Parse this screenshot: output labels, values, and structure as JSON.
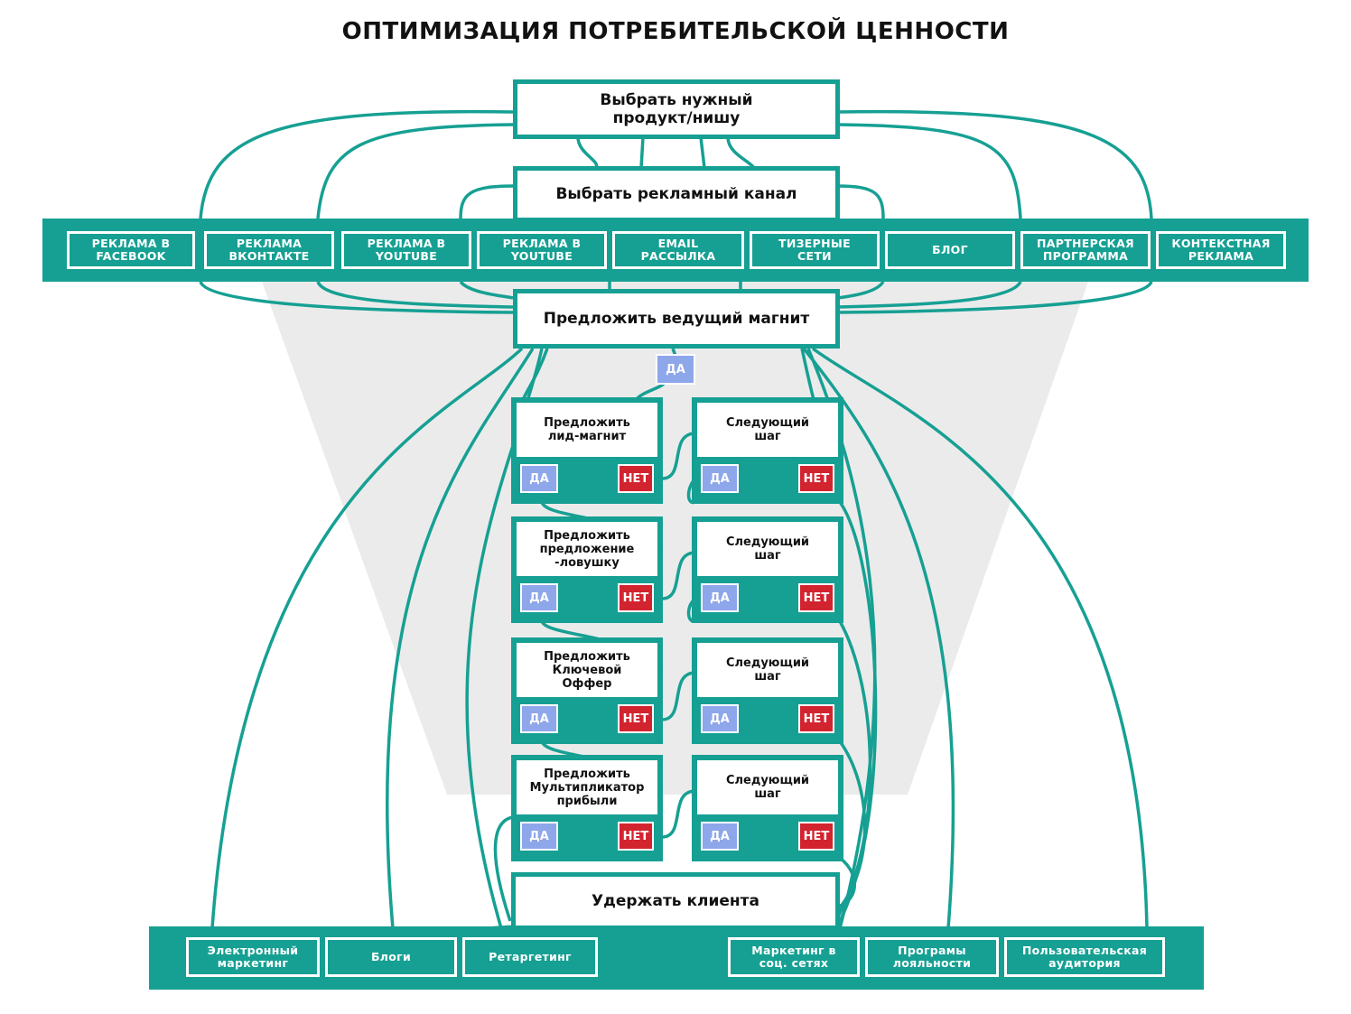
{
  "title": "ОПТИМИЗАЦИЯ ПОТРЕБИТЕЛЬСКОЙ ЦЕННОСТИ",
  "colors": {
    "accent": "#16a093",
    "yes": "#8ea6ea",
    "no": "#d2242f",
    "funnel": "#ebebeb"
  },
  "top_box": "Выбрать нужный продукт/нишу",
  "channel_box": "Выбрать рекламный канал",
  "channels": [
    "РЕКЛАМА В FACEBOOK",
    "РЕКЛАМА ВКОНТАКТЕ",
    "РЕКЛАМА В YOUTUBE",
    "РЕКЛАМА В YOUTUBE",
    "EMAIL РАССЫЛКА",
    "ТИЗЕРНЫЕ СЕТИ",
    "БЛОГ",
    "ПАРТНЕРСКАЯ ПРОГРАММА",
    "КОНТЕКСТНАЯ РЕКЛАМА"
  ],
  "magnet_box": "Предложить ведущий магнит",
  "yes_label": "ДА",
  "no_label": "НЕТ",
  "left_steps": [
    "Предложить лид-магнит",
    "Предложить предложение -ловушку",
    "Предложить Ключевой Оффер",
    "Предложить Мультипликатор прибыли"
  ],
  "right_steps": [
    "Следующий шаг",
    "Следующий шаг",
    "Следующий шаг",
    "Следующий шаг"
  ],
  "retain_box": "Удержать клиента",
  "retention_channels_left": [
    "Электронный маркетинг",
    "Блоги",
    "Ретаргетинг"
  ],
  "retention_channels_right": [
    "Маркетинг в соц. сетях",
    "Програмы лояльности",
    "Пользовательская аудитория"
  ]
}
